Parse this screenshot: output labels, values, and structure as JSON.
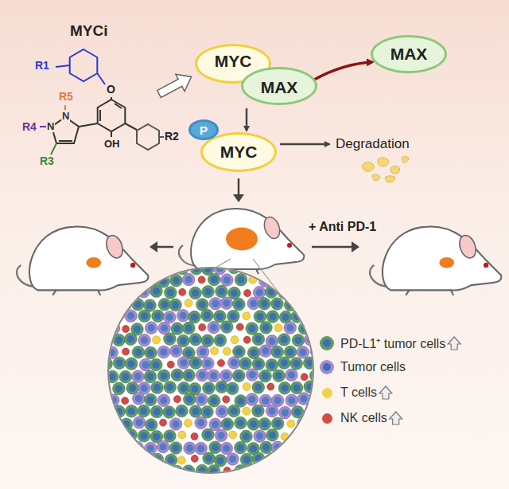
{
  "diagram": {
    "nodes": [
      {
        "text": [
          "MYC"
        ]
      },
      {
        "text": [
          "MAX"
        ]
      },
      {
        "text": [
          "MAX"
        ]
      },
      {
        "text": [
          "P"
        ]
      },
      {
        "text": [
          "MYC"
        ]
      },
      {
        "text": [
          "Degradation"
        ]
      }
    ],
    "edges": [
      {
        "from": 1,
        "to": 2,
        "arrow": "to"
      },
      {
        "from": 0,
        "to": 4,
        "arrow": "to"
      },
      {
        "from": 4,
        "to": 5,
        "arrow": "to"
      }
    ],
    "labels": [
      "MYCi",
      "R1",
      "O",
      "R5",
      "N",
      "N",
      "R4",
      "R3",
      "OH",
      "R2",
      "+ Anti PD-1"
    ],
    "legend": [
      {
        "text": "PD-L1⁺ tumor cells",
        "color": "#5e9b6a"
      },
      {
        "text": "Tumor cells",
        "color": "#a889d0"
      },
      {
        "text": "T cells",
        "color": "#f3d24a"
      },
      {
        "text": "NK cells",
        "color": "#d24b45"
      }
    ]
  }
}
